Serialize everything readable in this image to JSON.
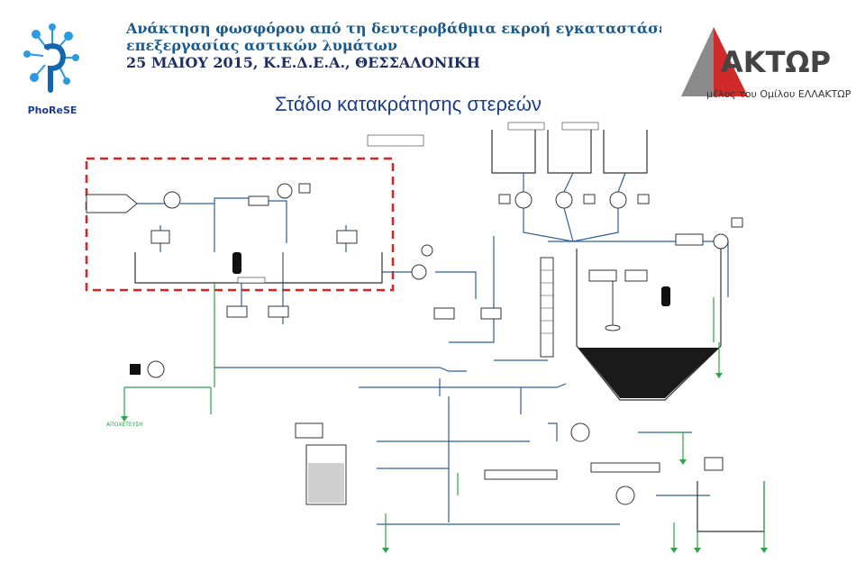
{
  "header": {
    "title_line1": "Ανάκτηση φωσφόρου από τη δευτεροβάθμια εκροή εγκαταστάσεων",
    "title_line2": "επεξεργασίας αστικών λυμάτων",
    "title_line3": "25 ΜΑΙΟΥ 2015, Κ.Ε.Δ.Ε.Α., ΘΕΣΣΑΛΟΝΙΚΗ",
    "subtitle": "Στάδιο κατακράτησης στερεών"
  },
  "logos": {
    "left_label": "PhoReSE",
    "right_brand": "ΑΚΤΩΡ",
    "right_tagline": "μέλος του Ομίλου ΕΛΛΑΚΤΩΡ"
  },
  "colors": {
    "title": "#1a5a8c",
    "subtitle": "#1b3d8f",
    "highlight": "#e02020",
    "pipe_blue": "#2f5f9a",
    "pipe_green": "#2fa04a",
    "pipe_brown": "#8a4a2a",
    "aktor_red": "#d02a2a",
    "aktor_grey": "#555555"
  },
  "diagram": {
    "highlight_box_style": "dashed-red",
    "drain_label": "ΑΠΟΧΕΤΕΥΣΗ"
  }
}
